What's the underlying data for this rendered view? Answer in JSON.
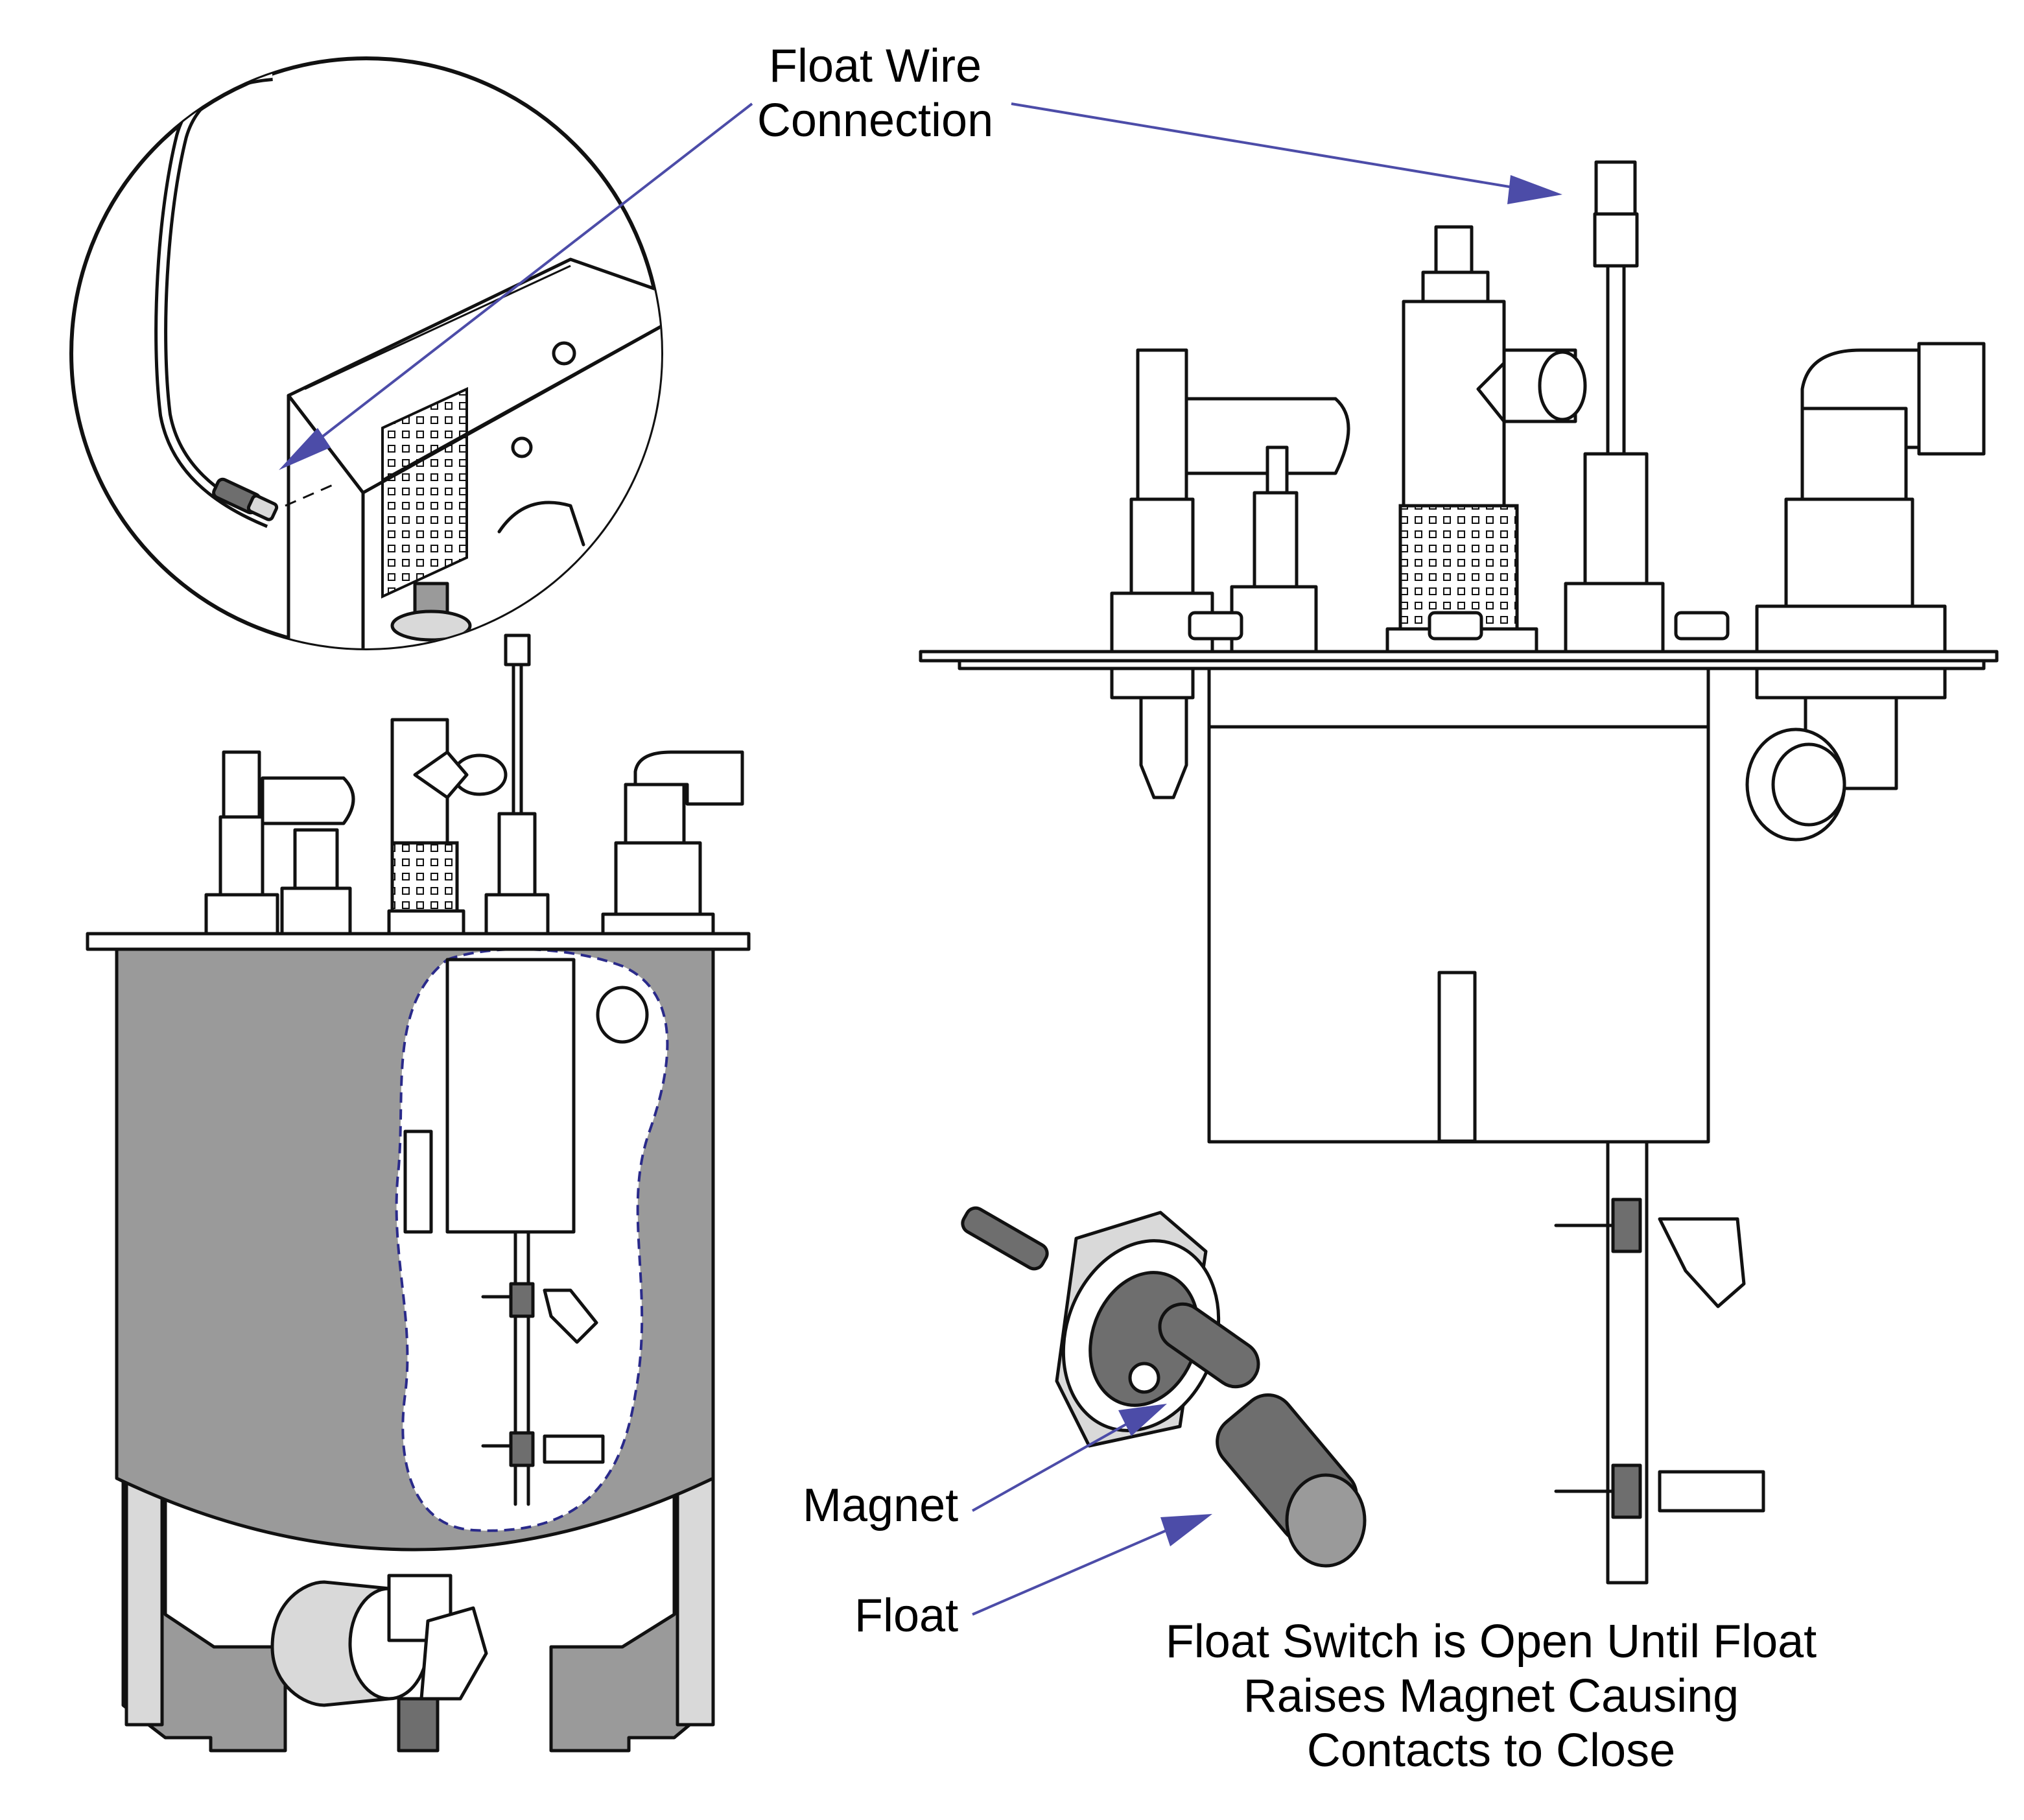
{
  "labels": {
    "float_wire_connection_line1": "Float Wire",
    "float_wire_connection_line2": "Connection",
    "magnet": "Magnet",
    "float": "Float",
    "float_switch_note_line1": "Float Switch is Open Until Float",
    "float_switch_note_line2": "Raises Magnet Causing",
    "float_switch_note_line3": "Contacts to Close"
  },
  "colors": {
    "line": "#111111",
    "callout": "#4c4ca8",
    "tank_shading": "#9a9a9a",
    "float_shading": "#6e6e6e"
  },
  "icons": {
    "detail_view": "circular-magnified-detail",
    "arrows": "callout-arrow"
  }
}
